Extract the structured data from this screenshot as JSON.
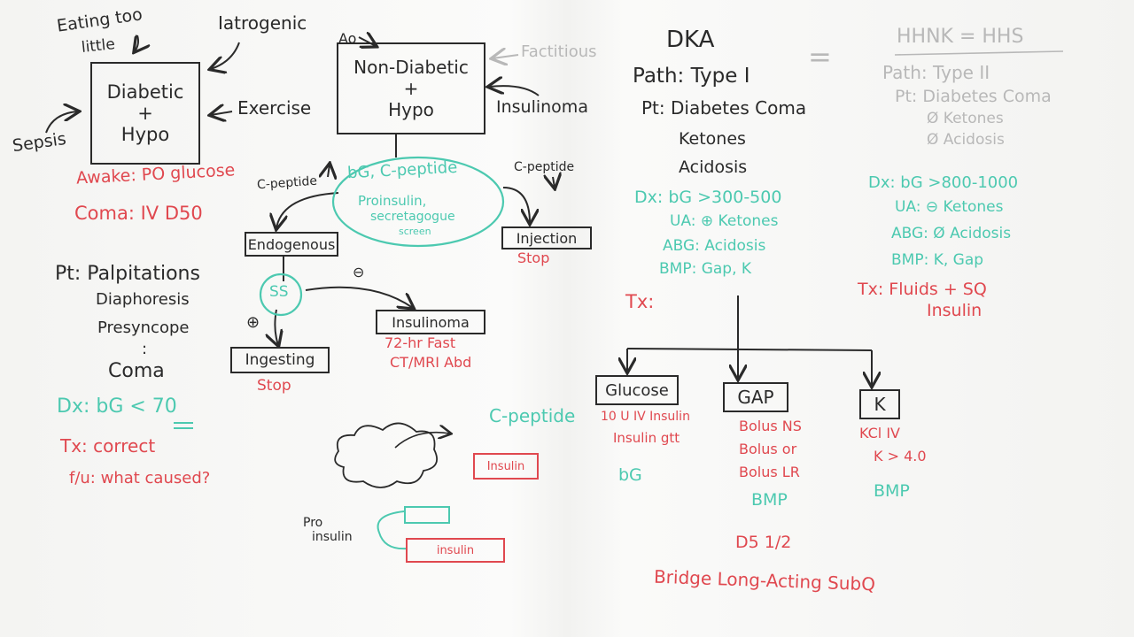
{
  "left": {
    "eating_too_little": "Eating too",
    "eating_too_little_2": "little",
    "iatrogenic": "Iatrogenic",
    "exercise": "Exercise",
    "sepsis": "Sepsis",
    "box_line1": "Diabetic",
    "box_plus": "+",
    "box_line2": "Hypo",
    "awake": "Awake: PO glucose",
    "coma_tx": "Coma: IV D50",
    "pt_label": "Pt: Palpitations",
    "pt_2": "Diaphoresis",
    "pt_3": "Presyncope",
    "pt_dots": ":",
    "pt_4": "Coma",
    "dx": "Dx: bG < 70",
    "tx": "Tx: correct",
    "fu": "f/u: what caused?"
  },
  "middle": {
    "ao": "Ao",
    "box_line1": "Non-Diabetic",
    "box_plus": "+",
    "box_line2": "Hypo",
    "factitious": "Factitious",
    "insulinoma_top": "Insulinoma",
    "cpeptide_left": "C-peptide",
    "cpeptide_right": "C-peptide",
    "oval_line1": "bG, C-peptide",
    "oval_line2": "Proinsulin,",
    "oval_line3": "secretagogue",
    "oval_line4": "screen",
    "endogenous": "Endogenous",
    "injection": "Injection",
    "stop_injection": "Stop",
    "ss": "SS",
    "minus": "⊖",
    "plus": "⊕",
    "insulinoma_box": "Insulinoma",
    "fast": "72-hr Fast",
    "ct": "CT/MRI Abd",
    "ingesting": "Ingesting",
    "stop_ingesting": "Stop",
    "cpeptide_big": "C-peptide",
    "insulin_1": "Insulin",
    "pro": "Pro",
    "insulin_label": "insulin",
    "insulin_2": "insulin"
  },
  "dka": {
    "title": "DKA",
    "path": "Path: Type I",
    "pt": "Pt: Diabetes Coma",
    "ketones": "Ketones",
    "acidosis": "Acidosis",
    "dx": "Dx: bG >300-500",
    "ua": "UA: ⊕ Ketones",
    "abg": "ABG: Acidosis",
    "bmp": "BMP: Gap, K",
    "tx": "Tx:",
    "equals": "=",
    "glucose": "Glucose",
    "gap": "GAP",
    "k": "K",
    "glucose_1": "10 U IV Insulin",
    "glucose_2": "Insulin gtt",
    "glucose_bg": "bG",
    "gap_1": "Bolus NS",
    "gap_2": "Bolus or",
    "gap_3": "Bolus LR",
    "gap_bmp": "BMP",
    "k_1": "KCl IV",
    "k_2": "K > 4.0",
    "k_bmp": "BMP",
    "d5": "D5 1/2",
    "bridge": "Bridge Long-Acting SubQ"
  },
  "hhnk": {
    "title": "HHNK = HHS",
    "path": "Path: Type II",
    "pt": "Pt: Diabetes Coma",
    "ketones": "Ø Ketones",
    "acidosis": "Ø Acidosis",
    "dx": "Dx: bG >800-1000",
    "ua": "UA: ⊖ Ketones",
    "abg": "ABG: Ø Acidosis",
    "bmp": "BMP: K, Gap",
    "tx": "Tx: Fluids + SQ",
    "tx2": "Insulin"
  },
  "colors": {
    "ink_black": "#2a2a2a",
    "ink_red": "#e0484f",
    "ink_teal": "#4cc9b0",
    "ink_grey": "#b8b8b8"
  }
}
